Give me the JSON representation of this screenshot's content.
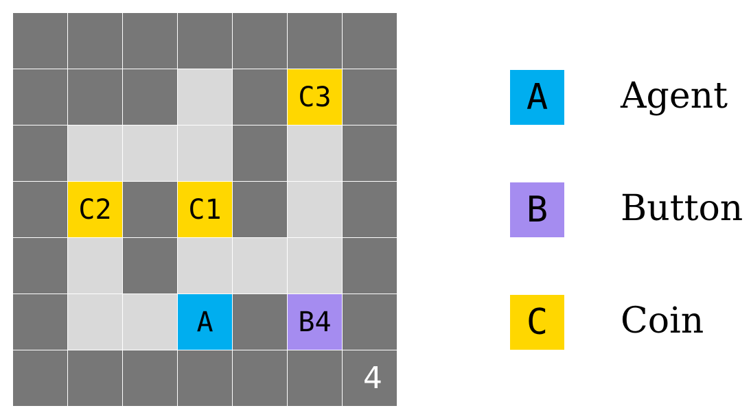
{
  "grid": {
    "rows": 7,
    "cols": 7,
    "cells": [
      [
        "wall",
        "wall",
        "wall",
        "wall",
        "wall",
        "wall",
        "wall"
      ],
      [
        "wall",
        "wall",
        "wall",
        "floor",
        "wall",
        "coin",
        "wall"
      ],
      [
        "wall",
        "floor",
        "floor",
        "floor",
        "wall",
        "floor",
        "wall"
      ],
      [
        "wall",
        "coin",
        "wall",
        "coin",
        "wall",
        "floor",
        "wall"
      ],
      [
        "wall",
        "floor",
        "wall",
        "floor",
        "floor",
        "floor",
        "wall"
      ],
      [
        "wall",
        "floor",
        "floor",
        "agent",
        "wall",
        "button",
        "wall"
      ],
      [
        "wall",
        "wall",
        "wall",
        "wall",
        "wall",
        "wall",
        "wall"
      ]
    ],
    "labels": [
      [
        "",
        "",
        "",
        "",
        "",
        "",
        ""
      ],
      [
        "",
        "",
        "",
        "",
        "",
        "C3",
        ""
      ],
      [
        "",
        "",
        "",
        "",
        "",
        "",
        ""
      ],
      [
        "",
        "C2",
        "",
        "C1",
        "",
        "",
        ""
      ],
      [
        "",
        "",
        "",
        "",
        "",
        "",
        ""
      ],
      [
        "",
        "",
        "",
        "A",
        "",
        "B4",
        ""
      ],
      [
        "",
        "",
        "",
        "",
        "",
        "",
        ""
      ]
    ],
    "corner_number": "4"
  },
  "legend": [
    {
      "symbol": "A",
      "label": "Agent",
      "kind": "agent"
    },
    {
      "symbol": "B",
      "label": "Button",
      "kind": "button"
    },
    {
      "symbol": "C",
      "label": "Coin",
      "kind": "coin"
    }
  ],
  "colors": {
    "wall": "#777777",
    "floor": "#d9d9d9",
    "agent": "#00aeef",
    "button": "#a58cf0",
    "coin": "#ffd700"
  }
}
